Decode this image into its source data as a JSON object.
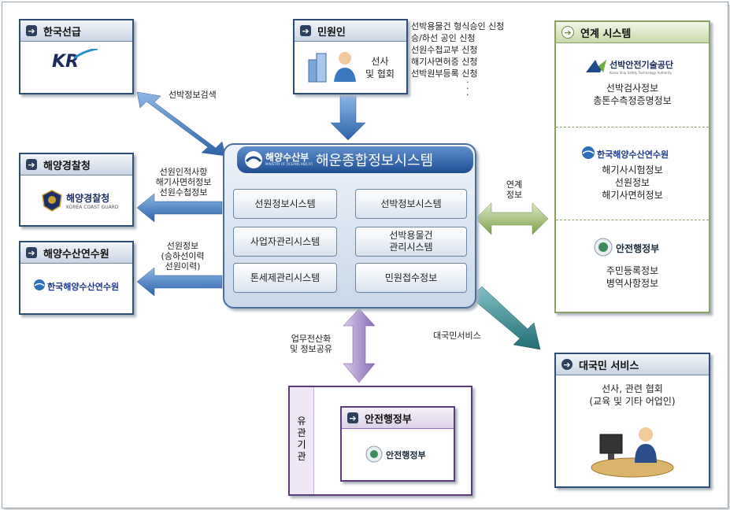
{
  "kr_box": {
    "title": "한국선급",
    "logo": "KR"
  },
  "minwon_box": {
    "title": "민원인",
    "text_line1": "선사",
    "text_line2": "및 협회"
  },
  "minwon_requests": [
    "선박용물건 형식승인 신청",
    "승/하선 공인 신청",
    "선원수첩교부 신청",
    "해기사면허증 신청",
    "선박원부등록 신청"
  ],
  "coast_guard_box": {
    "title": "해양경찰청",
    "logo_text": "해양경찰청",
    "logo_sub": "KOREA COAST GUARD"
  },
  "fisheries_inst_box": {
    "title": "해양수산연수원",
    "logo_text": "한국해양수산연수원"
  },
  "center": {
    "brand": "해양수산부",
    "brand_sub": "MINISTRY OF OCEANS AND FISHERIES",
    "title": "해운종합정보시스템",
    "modules": [
      "선원정보시스템",
      "선박정보시스템",
      "사업자관리시스템",
      "선박용물건\n관리시스템",
      "톤세제관리시스템",
      "민원접수정보"
    ]
  },
  "link_system": {
    "title": "연계 시스템",
    "sections": [
      {
        "logo_text": "선박안전기술공단",
        "logo_sub": "Korea Ship Safety Technology Authority",
        "lines": [
          "선박검사정보",
          "총톤수측정증명정보"
        ]
      },
      {
        "logo_text": "한국해양수산연수원",
        "logo_sub": "",
        "lines": [
          "해기사시험정보",
          "선원정보",
          "해기사면허정보"
        ]
      },
      {
        "logo_text": "안전행정부",
        "logo_sub": "",
        "lines": [
          "주민등록정보",
          "병역사항정보"
        ]
      }
    ]
  },
  "public_service": {
    "title": "대국민 서비스",
    "line1": "선사, 관련 협회",
    "line2": "(교육 및 기타 어업인)"
  },
  "related_org": {
    "vertical_label": "유관기관",
    "inner_title": "안전행정부",
    "logo_text": "안전행정부"
  },
  "labels": {
    "ship_search": "선박정보검색",
    "crew_info_1": "선원인적사항",
    "crew_info_2": "해기사면허정보",
    "crew_info_3": "선원수첩정보",
    "crew_to_inst_1": "선원정보",
    "crew_to_inst_2": "(승하선이력",
    "crew_to_inst_3": "선원이력)",
    "link_info_1": "연계",
    "link_info_2": "정보",
    "public_service_label": "대국민서비스",
    "work_1": "업무전산화",
    "work_2": "및 정보공유"
  },
  "colors": {
    "box_border": "#2f4e76",
    "green_border": "#8aa362",
    "arrow_blue": "#3d74b8",
    "arrow_green": "#8db060",
    "arrow_purple": "#9f86c3",
    "arrow_teal": "#2f7f86"
  }
}
